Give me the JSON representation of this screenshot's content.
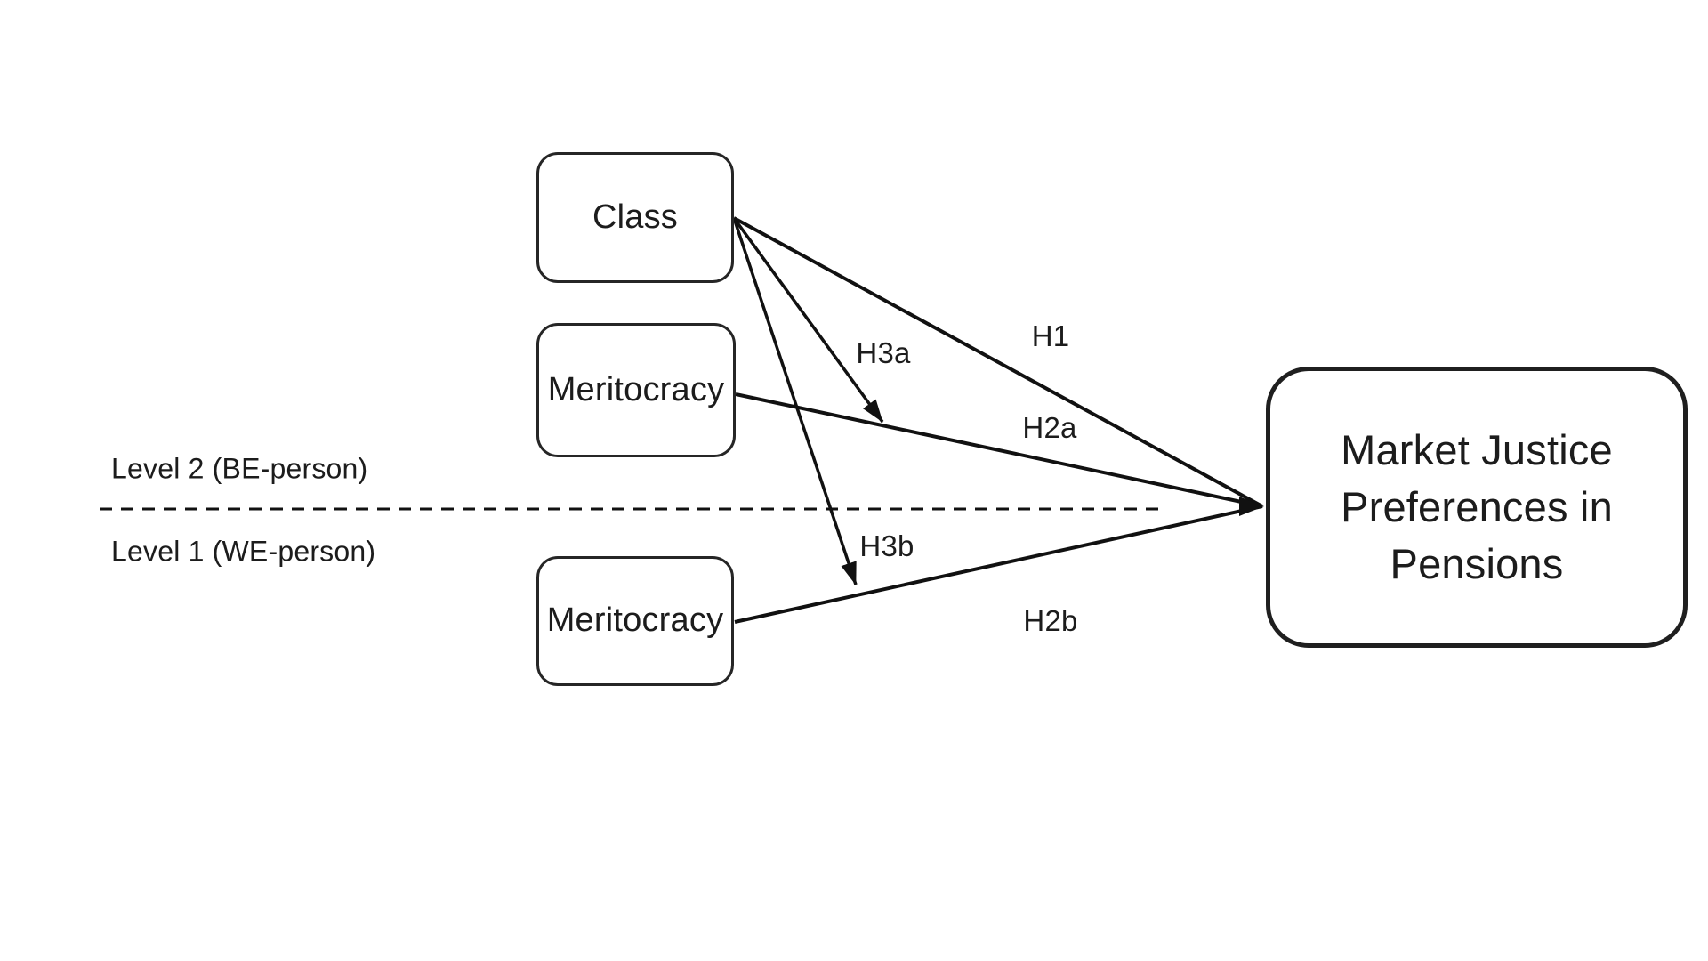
{
  "colors": {
    "background": "#ffffff",
    "ink": "#1c1c1c",
    "box_border": "#262626",
    "outcome_border": "#1f1f1f"
  },
  "levels": {
    "level2_label": "Level 2 (BE-person)",
    "level1_label": "Level 1 (WE-person)"
  },
  "nodes": {
    "class": {
      "label": "Class"
    },
    "meritocracy_be": {
      "label": "Meritocracy"
    },
    "meritocracy_we": {
      "label": "Meritocracy"
    },
    "outcome": {
      "label": "Market Justice Preferences in Pensions",
      "lines": [
        "Market Justice",
        "Preferences in",
        "Pensions"
      ]
    }
  },
  "hypotheses": {
    "h1": "H1",
    "h2a": "H2a",
    "h2b": "H2b",
    "h3a": "H3a",
    "h3b": "H3b"
  },
  "edges": [
    {
      "id": "H1",
      "from": "Class (Level 2)",
      "to": "Market Justice Preferences in Pensions"
    },
    {
      "id": "H2a",
      "from": "Meritocracy (Level 2)",
      "to": "Market Justice Preferences in Pensions"
    },
    {
      "id": "H2b",
      "from": "Meritocracy (Level 1)",
      "to": "Market Justice Preferences in Pensions"
    },
    {
      "id": "H3a",
      "from": "Class (Level 2)",
      "to": "H2a path (moderation)"
    },
    {
      "id": "H3b",
      "from": "Class (Level 2)",
      "to": "H2b path (moderation)"
    }
  ]
}
